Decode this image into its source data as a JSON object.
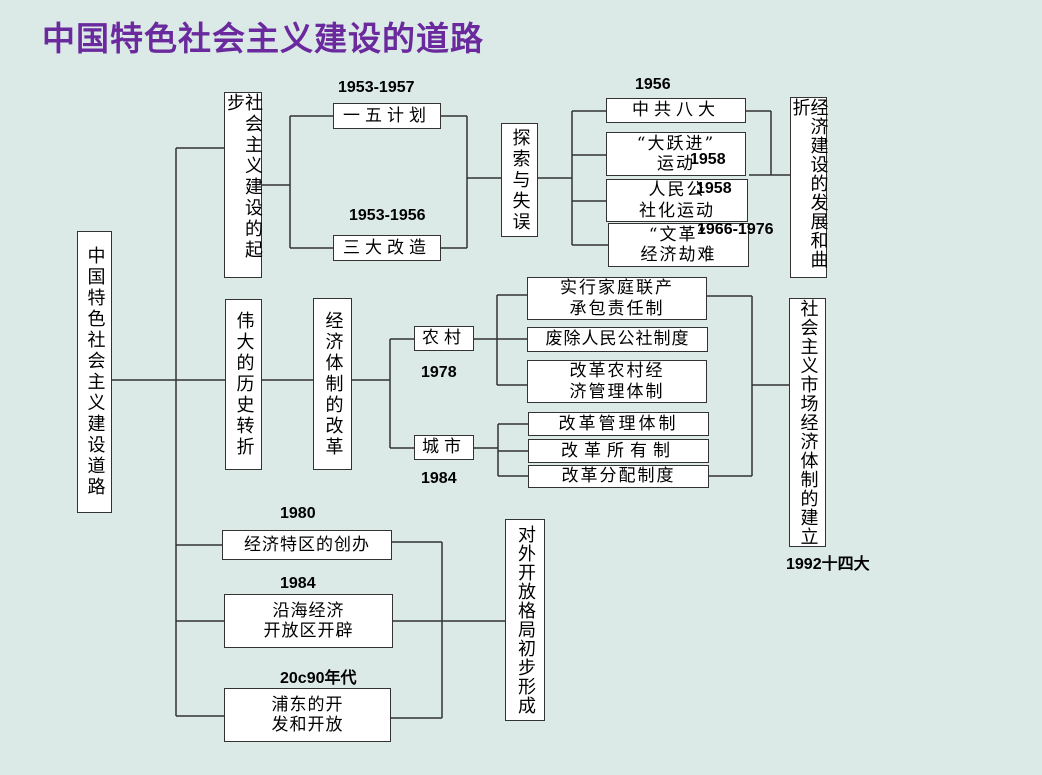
{
  "title": "中国特色社会主义建设的道路",
  "root": "中国特色社会主义建设道路",
  "branch1": {
    "label": "社会主义建设的起步",
    "items": [
      "一五计划",
      "三大改造"
    ],
    "merge": "探索与失误",
    "events": [
      "中共八大",
      "“大跃进”\n运动",
      "人民公\n社化运动",
      "“文革”\n经济劫难"
    ],
    "result": "经济建设的发展和曲折"
  },
  "branch2": {
    "label": "伟大的历史转折",
    "reform": "经济体制的改革",
    "rural": "农村",
    "urban": "城市",
    "rural_items": [
      "实行家庭联产\n承包责任制",
      "废除人民公社制度",
      "改革农村经\n济管理体制"
    ],
    "urban_items": [
      "改革管理体制",
      "改革所有制",
      "改革分配制度"
    ],
    "result": "社会主义市场经济体制的建立"
  },
  "branch3": {
    "items": [
      "经济特区的创办",
      "沿海经济\n开放区开辟",
      "浦东的开\n发和开放"
    ],
    "result": "对外开放格局初步形成"
  },
  "labels": {
    "five_year_plan": "1953-1957",
    "transformation": "1953-1956",
    "eighth_congress": "1956",
    "great_leap": "1958",
    "communes": "1958",
    "cultural_rev": "1966-1976",
    "rural_reform": "1978",
    "urban_reform": "1984",
    "market_economy": "1992十四大",
    "special_zones": "1980",
    "coastal": "1984",
    "pudong": "20c90年代"
  }
}
